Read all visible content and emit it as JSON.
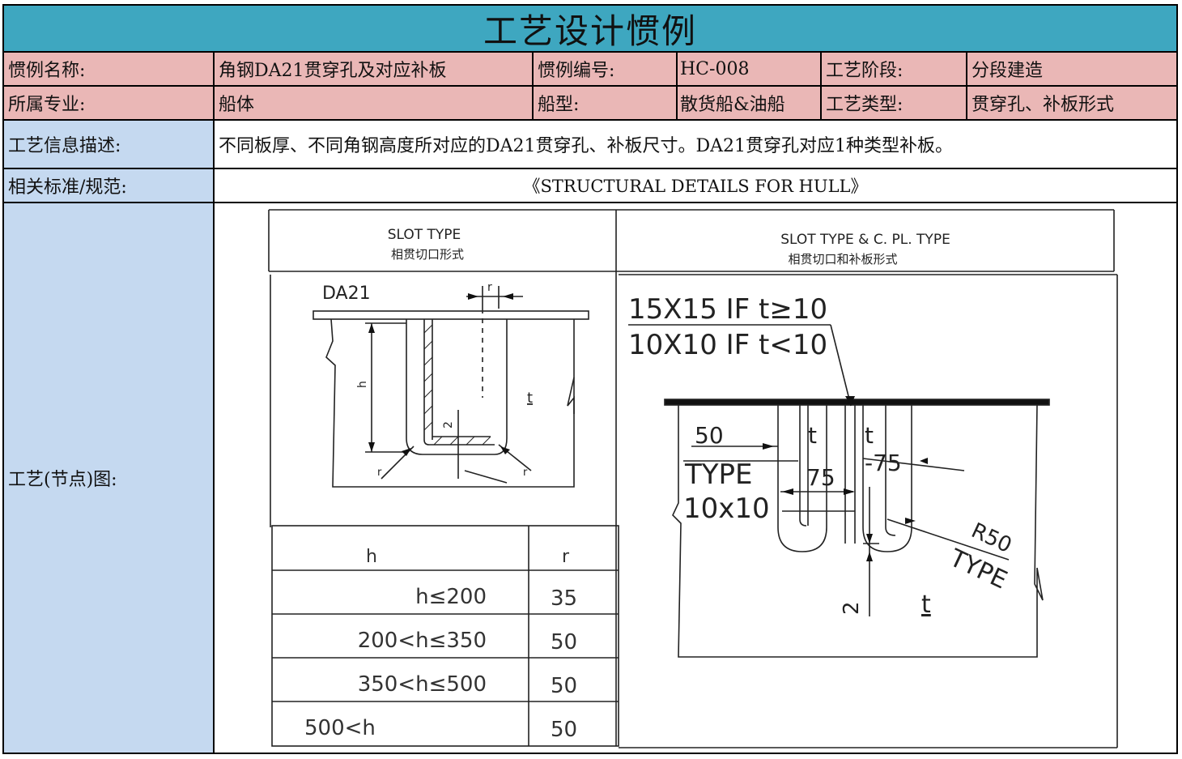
{
  "title": "工艺设计惯例",
  "row1": {
    "name_label": "惯例名称:",
    "name_value": "角钢DA21贯穿孔及对应补板",
    "code_label": "惯例编号:",
    "code_value": "HC-008",
    "stage_label": "工艺阶段:",
    "stage_value": "分段建造"
  },
  "row2": {
    "major_label": "所属专业:",
    "major_value": "船体",
    "ship_label": "船型:",
    "ship_value": "散货船&油船",
    "type_label": "工艺类型:",
    "type_value": "贯穿孔、补板形式"
  },
  "row3": {
    "label": "工艺信息描述:",
    "value": "不同板厚、不同角钢高度所对应的DA21贯穿孔、补板尺寸。DA21贯穿孔对应1种类型补板。"
  },
  "row4": {
    "label": "相关标准/规范:",
    "value": "《STRUCTURAL DETAILS FOR HULL》"
  },
  "row5": {
    "label": "工艺(节点)图:"
  },
  "drawing": {
    "left_header_en": "SLOT TYPE",
    "left_header_cn": "相贯切口形式",
    "right_header_en": "SLOT TYPE & C. PL. TYPE",
    "right_header_cn": "相贯切口和补板形式",
    "profile": "DA21",
    "dim_r": "r",
    "dim_h": "h",
    "dim_t": "t",
    "dim_2": "2",
    "note_line1": "15X15 IF t≥10",
    "note_line2": "10X10 IF t<10",
    "dim_50": "50",
    "dim_type": "TYPE",
    "dim_10x10": "10x10",
    "dim_t75_a": "75",
    "dim_t75_b": "-75",
    "r50": "R50",
    "r50_type": "TYPE",
    "table": {
      "headers": [
        "h",
        "r"
      ],
      "rows": [
        [
          "h≤200",
          "35"
        ],
        [
          "200<h≤350",
          "50"
        ],
        [
          "350<h≤500",
          "50"
        ],
        [
          "500<h",
          "50"
        ]
      ]
    }
  }
}
